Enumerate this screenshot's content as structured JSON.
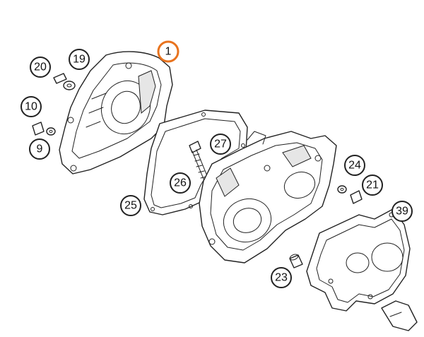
{
  "highlight_color": "#E8731E",
  "callouts": [
    {
      "id": "1",
      "label": "1",
      "highlighted": true
    },
    {
      "id": "19",
      "label": "19",
      "highlighted": false
    },
    {
      "id": "20",
      "label": "20",
      "highlighted": false
    },
    {
      "id": "10",
      "label": "10",
      "highlighted": false
    },
    {
      "id": "9",
      "label": "9",
      "highlighted": false
    },
    {
      "id": "27",
      "label": "27",
      "highlighted": false
    },
    {
      "id": "26",
      "label": "26",
      "highlighted": false
    },
    {
      "id": "25",
      "label": "25",
      "highlighted": false
    },
    {
      "id": "24",
      "label": "24",
      "highlighted": false
    },
    {
      "id": "21",
      "label": "21",
      "highlighted": false
    },
    {
      "id": "39",
      "label": "39",
      "highlighted": false
    },
    {
      "id": "23",
      "label": "23",
      "highlighted": false
    }
  ]
}
